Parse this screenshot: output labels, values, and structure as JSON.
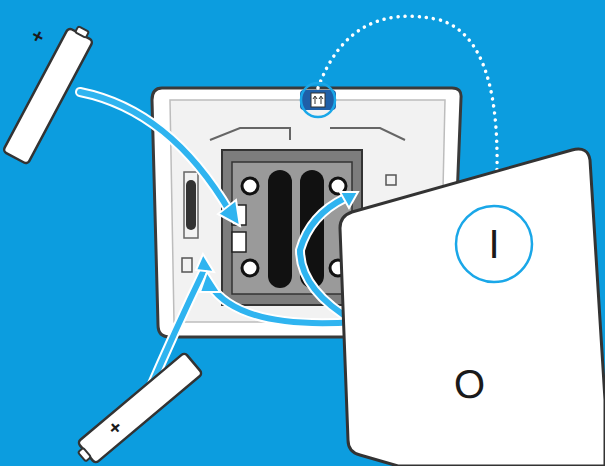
{
  "diagram": {
    "labels": [
      "+",
      "+",
      "I",
      "O"
    ]
  }
}
